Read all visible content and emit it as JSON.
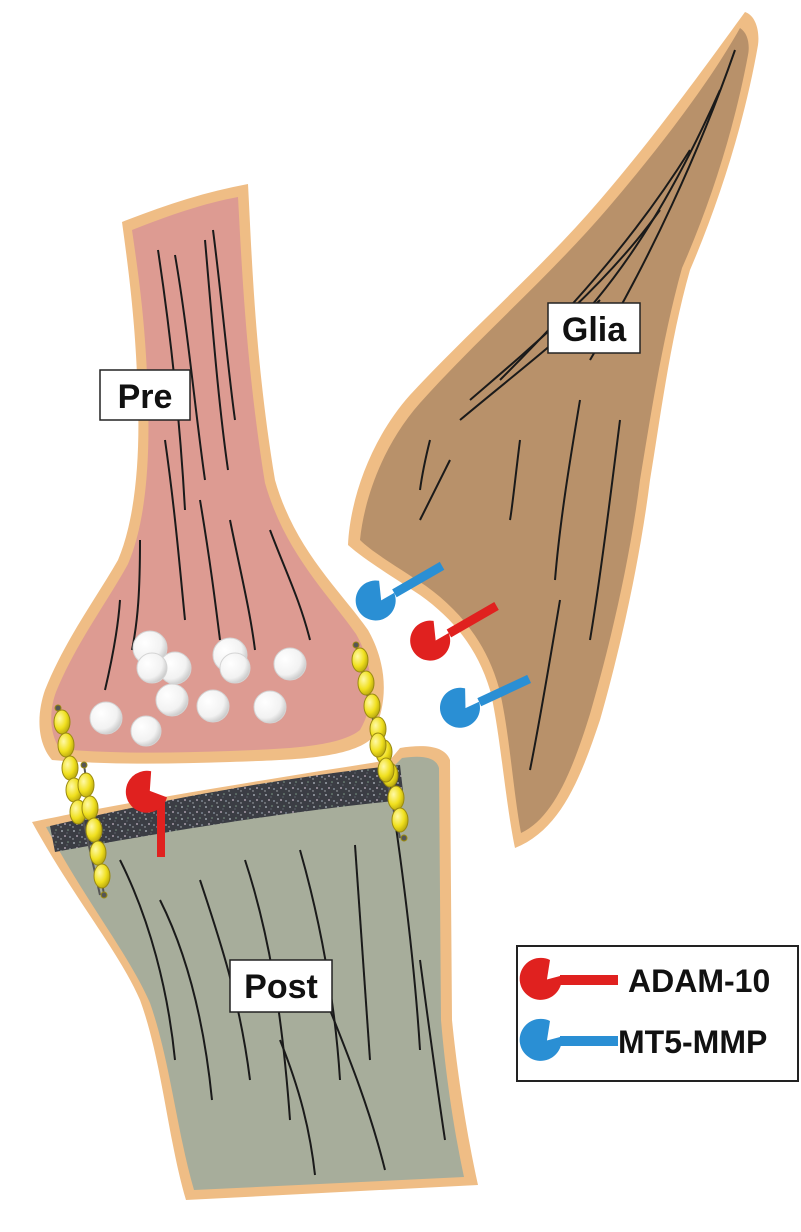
{
  "labels": {
    "pre": "Pre",
    "post": "Post",
    "glia": "Glia"
  },
  "legend": {
    "adam10": "ADAM-10",
    "mt5mmp": "MT5-MMP"
  },
  "colors": {
    "pre_fill": "#dd9b92",
    "post_fill": "#a7ad9b",
    "glia_fill": "#b8916a",
    "membrane": "#efbd85",
    "adam10": "#e0211f",
    "mt5mmp": "#2a8fd4",
    "adhesion": "#f0e01e",
    "psd": "#3c3e44"
  },
  "icons": {
    "vesicle": "vesicle-icon",
    "protease": "protease-icon",
    "adhesion": "adhesion-molecule-icon"
  }
}
